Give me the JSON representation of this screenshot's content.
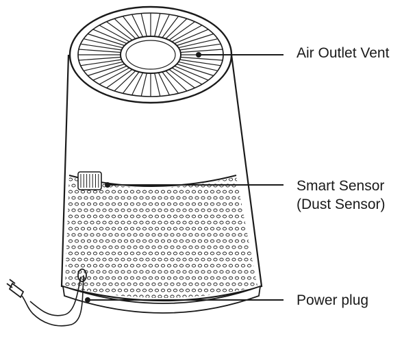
{
  "callouts": {
    "outlet": {
      "label": "Air Outlet Vent"
    },
    "sensor": {
      "line1": "Smart Sensor",
      "line2": "(Dust Sensor)"
    },
    "plug": {
      "label": "Power plug"
    }
  },
  "colors": {
    "line": "#1a1a1a",
    "text": "#1a1a1a",
    "background": "#ffffff"
  }
}
